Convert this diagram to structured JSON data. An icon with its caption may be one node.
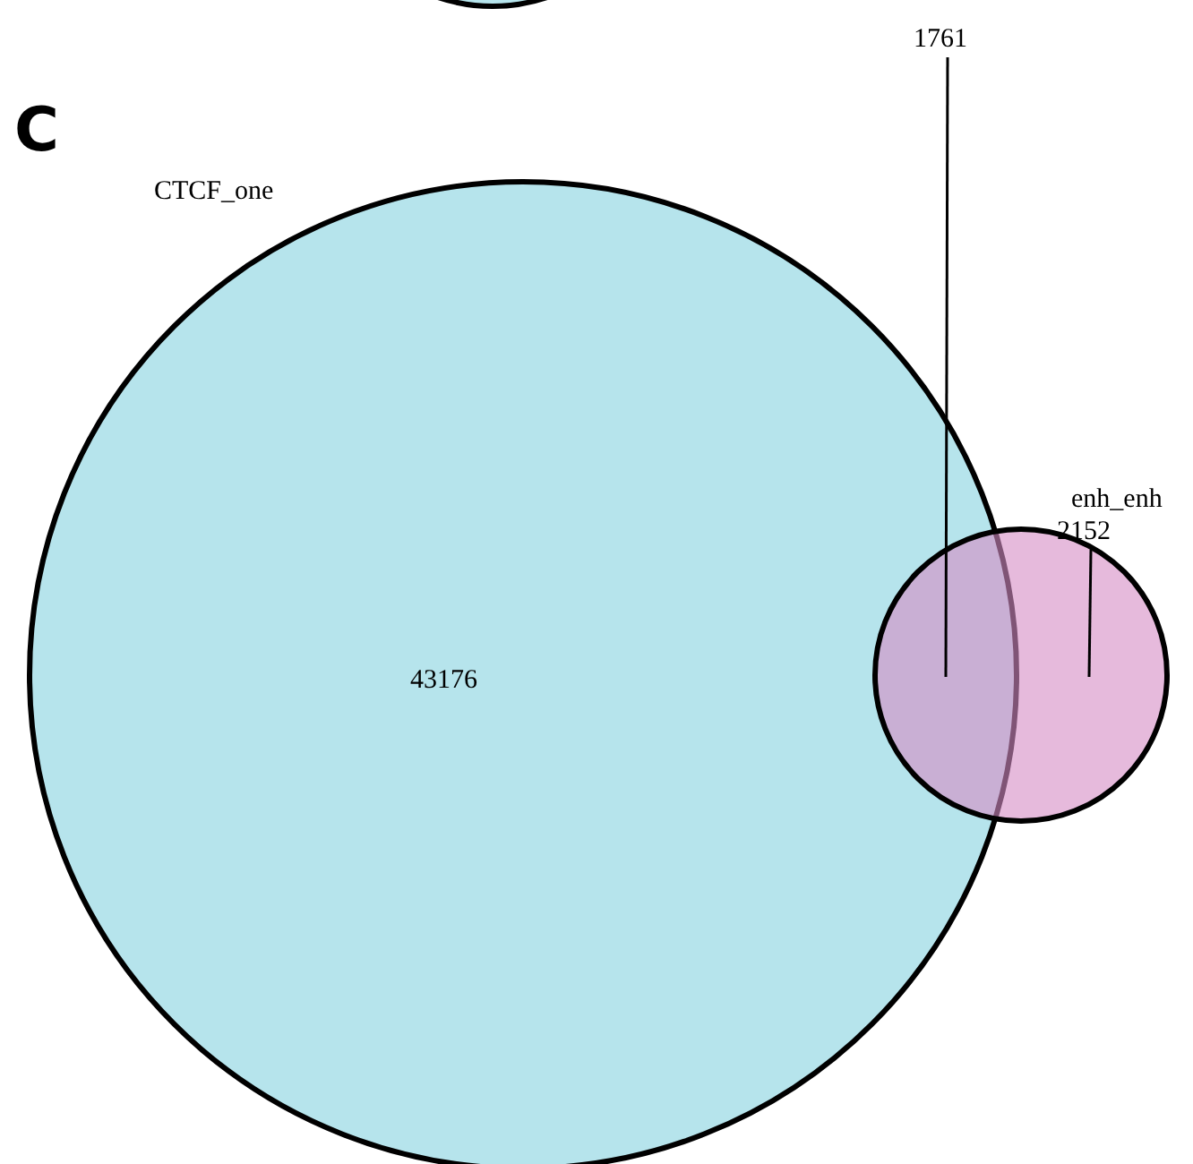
{
  "diagram": {
    "nodes": [
      {
        "text": [],
        "shape": "circle"
      },
      {
        "text": [
          "1761"
        ]
      },
      {
        "text": [
          "CTCF_one",
          "43176"
        ]
      },
      {
        "text": [
          "enh_enh"
        ]
      },
      {
        "text": [
          "2152"
        ]
      }
    ],
    "edges": [
      {
        "from": 1,
        "to": 3,
        "arrow": "none"
      },
      {
        "from": 4,
        "to": 3,
        "arrow": "none"
      }
    ],
    "labels": [
      "C"
    ]
  }
}
